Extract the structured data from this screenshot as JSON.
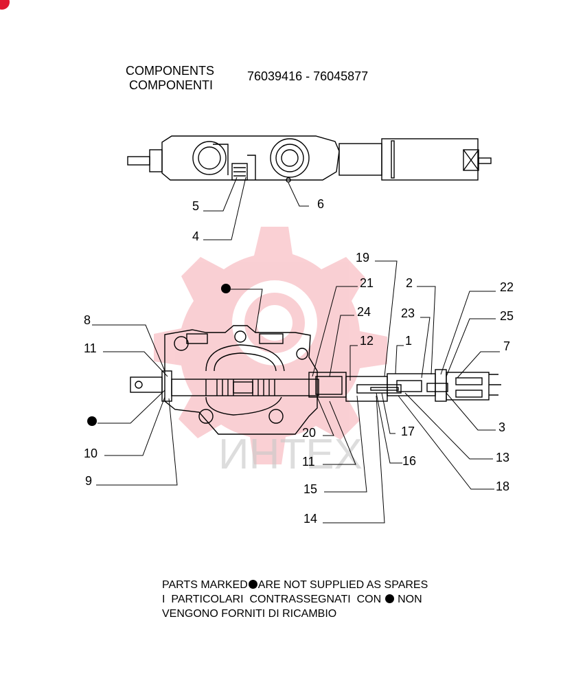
{
  "header": {
    "title_en": "COMPONENTS",
    "title_it": "COMPONENTI",
    "part_numbers": "76039416 - 76045877"
  },
  "top_view_callouts": [
    "5",
    "4",
    "6"
  ],
  "section_view_callouts": [
    "19",
    "21",
    "2",
    "22",
    "24",
    "23",
    "25",
    "8",
    "12",
    "1",
    "7",
    "11",
    "20",
    "11",
    "17",
    "16",
    "3",
    "13",
    "15",
    "18",
    "10",
    "9",
    "14"
  ],
  "note": {
    "line1_pre": "PARTS MARKED",
    "line1_post": "ARE NOT SUPPLIED AS SPARES",
    "line2_pre": "I  PARTICOLARI  CONTRASSEGNATI  CON",
    "line2_post": "NON",
    "line3": "VENGONO FORNITI DI RICAMBIO"
  },
  "watermark": {
    "text": "ИНТЕХ",
    "color": "#e8283c"
  }
}
